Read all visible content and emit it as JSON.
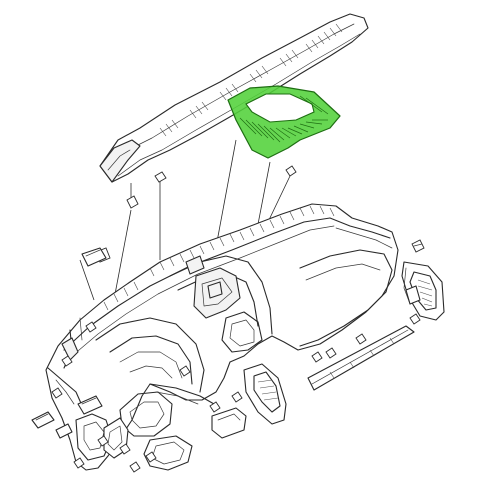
{
  "diagram": {
    "style": "exploded-view line drawing",
    "highlight_color": "#52d13a",
    "line_color": "#2a2a2a",
    "background": "#ffffff",
    "parts": [
      "upper-dash-trim-panel",
      "defroster-vent-grille",
      "instrument-panel-carrier",
      "right-side-air-vent",
      "center-air-vent",
      "right-trim-strip",
      "lower-left-trim-bracket",
      "fasteners"
    ],
    "highlighted_part": "defroster-vent-grille"
  }
}
